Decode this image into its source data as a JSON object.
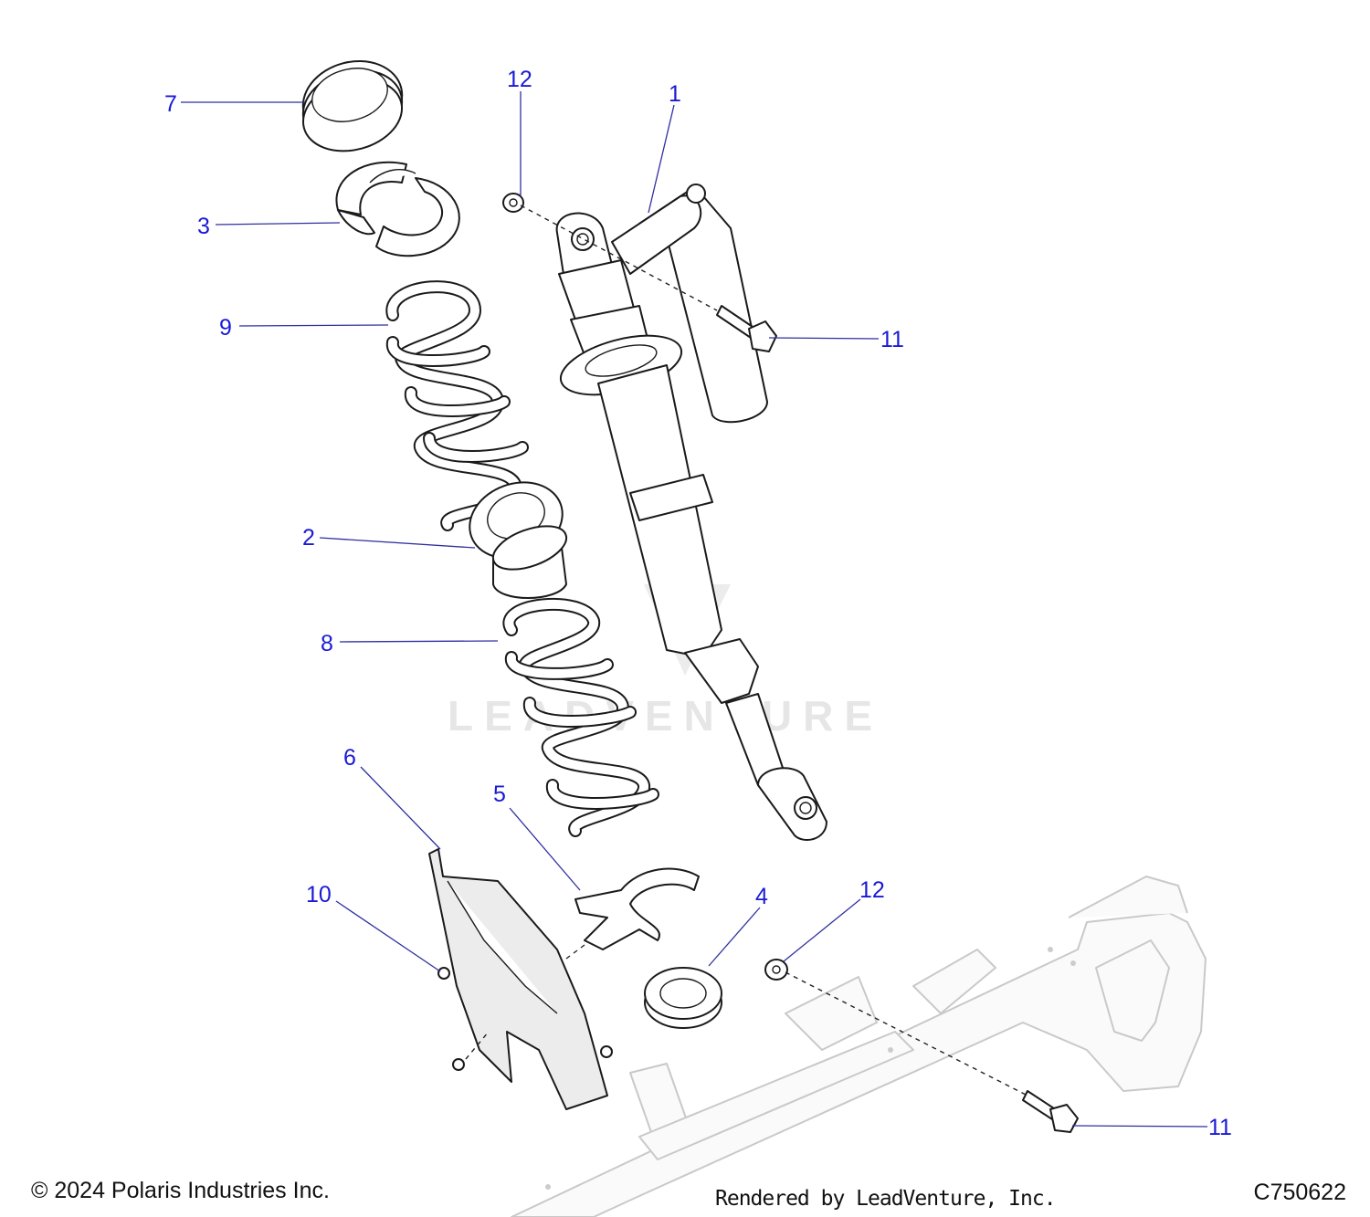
{
  "callouts": [
    {
      "id": "1",
      "label": "1",
      "part": "shock-absorber"
    },
    {
      "id": "2",
      "label": "2",
      "part": "spring-adapter"
    },
    {
      "id": "3",
      "label": "3",
      "part": "spring-retainer"
    },
    {
      "id": "4",
      "label": "4",
      "part": "lower-retainer"
    },
    {
      "id": "5",
      "label": "5",
      "part": "bracket"
    },
    {
      "id": "6",
      "label": "6",
      "part": "guard"
    },
    {
      "id": "7",
      "label": "7",
      "part": "top-spacer"
    },
    {
      "id": "8",
      "label": "8",
      "part": "lower-spring"
    },
    {
      "id": "9",
      "label": "9",
      "part": "upper-spring"
    },
    {
      "id": "10",
      "label": "10",
      "part": "screw"
    },
    {
      "id": "11a",
      "label": "11",
      "part": "bolt-upper"
    },
    {
      "id": "11b",
      "label": "11",
      "part": "bolt-lower"
    },
    {
      "id": "12a",
      "label": "12",
      "part": "nut-upper"
    },
    {
      "id": "12b",
      "label": "12",
      "part": "nut-lower"
    }
  ],
  "watermark": "LEADVENTURE",
  "footer": {
    "copyright": "© 2024 Polaris Industries Inc.",
    "rendered_by": "Rendered by LeadVenture, Inc.",
    "diagram_code": "C750622"
  },
  "colors": {
    "callout_text": "#1a1ad6",
    "leader_line": "#2f2fa0",
    "part_outline": "#1a1a1a",
    "frame_outline": "#c9c9c9"
  }
}
